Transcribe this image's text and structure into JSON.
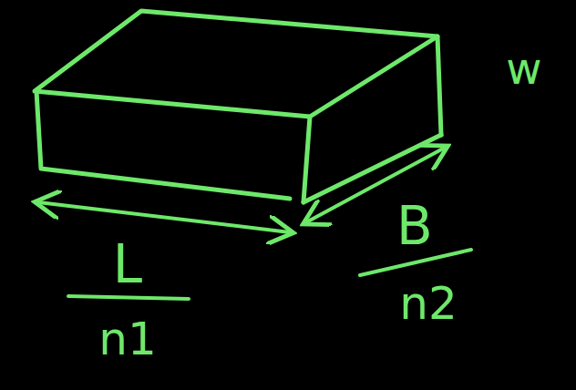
{
  "diagram": {
    "labels": [
      "w",
      "L",
      "n1",
      "B",
      "n2"
    ]
  }
}
